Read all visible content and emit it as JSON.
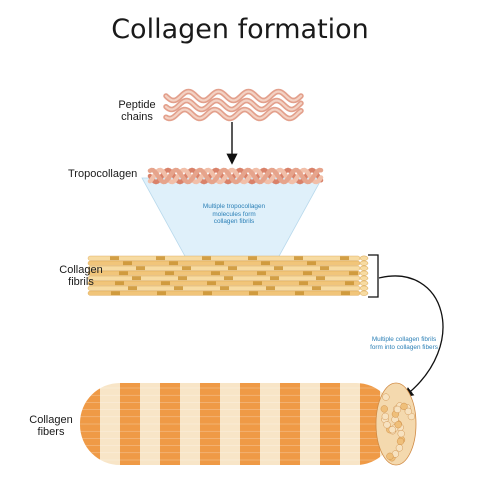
{
  "title": "Collagen formation",
  "labels": {
    "peptide_line1": "Peptide",
    "peptide_line2": "chains",
    "tropocollagen": "Tropocollagen",
    "fibrils_line1": "Collagen",
    "fibrils_line2": "fibrils",
    "fibers_line1": "Collagen",
    "fibers_line2": "fibers"
  },
  "notes": {
    "tropo_line1": "Multiple tropocollagen",
    "tropo_line2": "molecules form",
    "tropo_line3": "collagen fibrils",
    "fibrils_line1": "Multiple collagen fibrils",
    "fibrils_line2": "form into collagen fibers"
  },
  "colors": {
    "peptide_dark": "#e3a08c",
    "peptide_light": "#f3d2c4",
    "fibril_light": "#f7dba2",
    "fibril_mid": "#f1c57a",
    "fibril_band": "#c8902f",
    "fiber_orange": "#ef9a46",
    "fiber_cream": "#f8e5c7",
    "cone_fill": "#dff0fa",
    "note_text": "#2a7fb6"
  }
}
